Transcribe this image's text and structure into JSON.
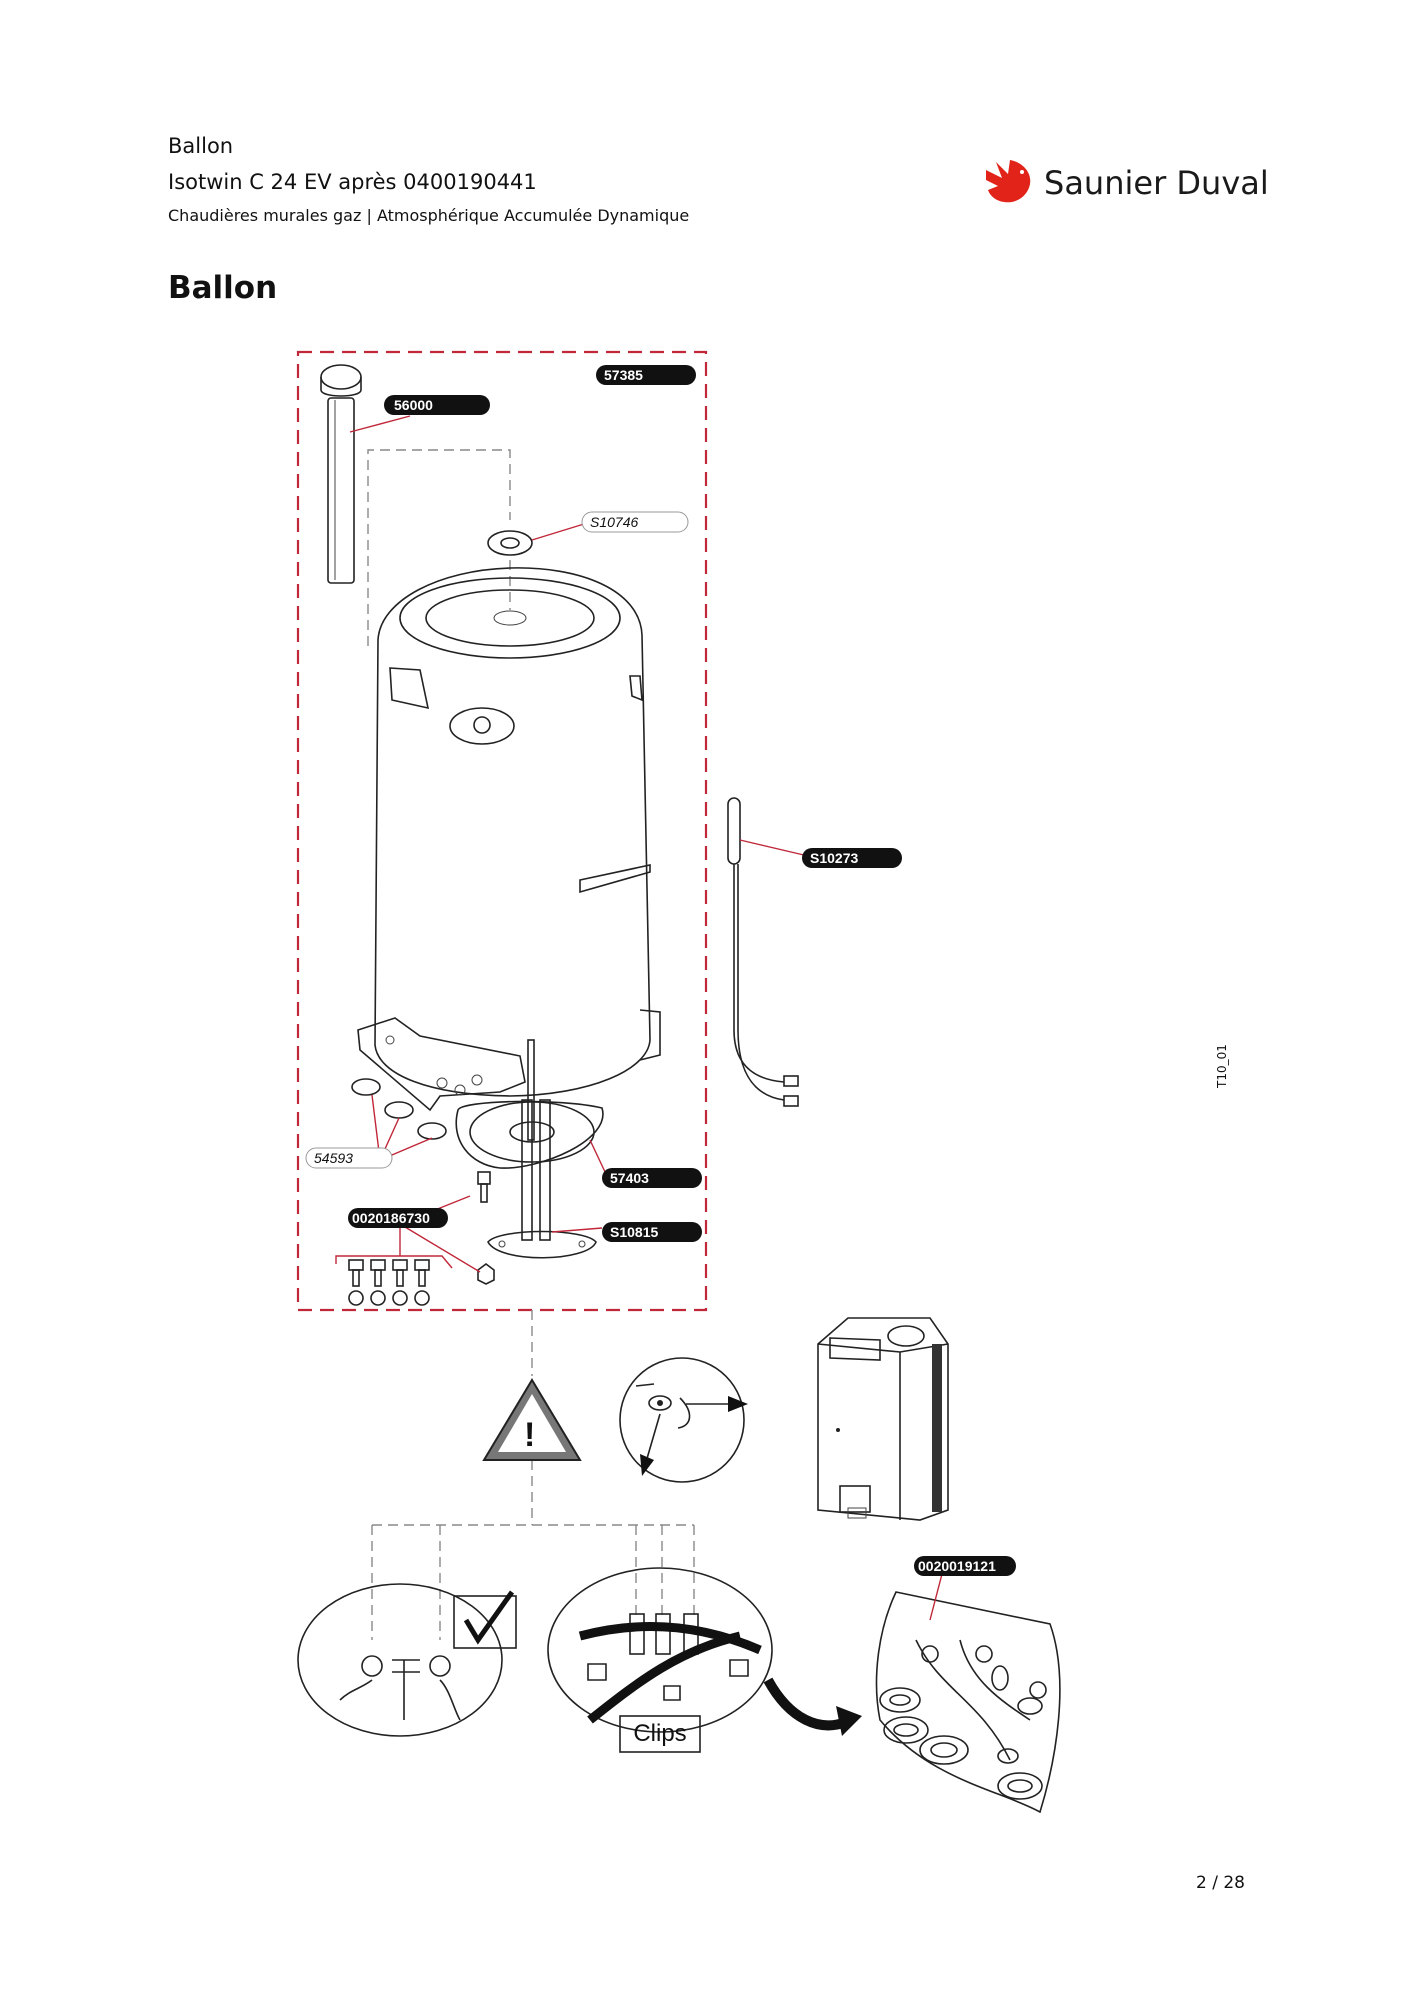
{
  "header": {
    "category": "Ballon",
    "product": "Isotwin C 24 EV après 0400190441",
    "family": "Chaudières murales gaz | Atmosphérique Accumulée Dynamique"
  },
  "brand": {
    "name": "Saunier Duval",
    "color": "#e2231a"
  },
  "section_title": "Ballon",
  "diagram": {
    "parts": {
      "p57385": "57385",
      "p56000": "56000",
      "pS10746": "S10746",
      "pS10273": "S10273",
      "p54593": "54593",
      "p57403": "57403",
      "p0020186730": "0020186730",
      "pS10815": "S10815",
      "p0020019121": "0020019121"
    },
    "clips_label": "Clips",
    "side_code": "T10_01"
  },
  "footer": {
    "page": "2 / 28"
  }
}
